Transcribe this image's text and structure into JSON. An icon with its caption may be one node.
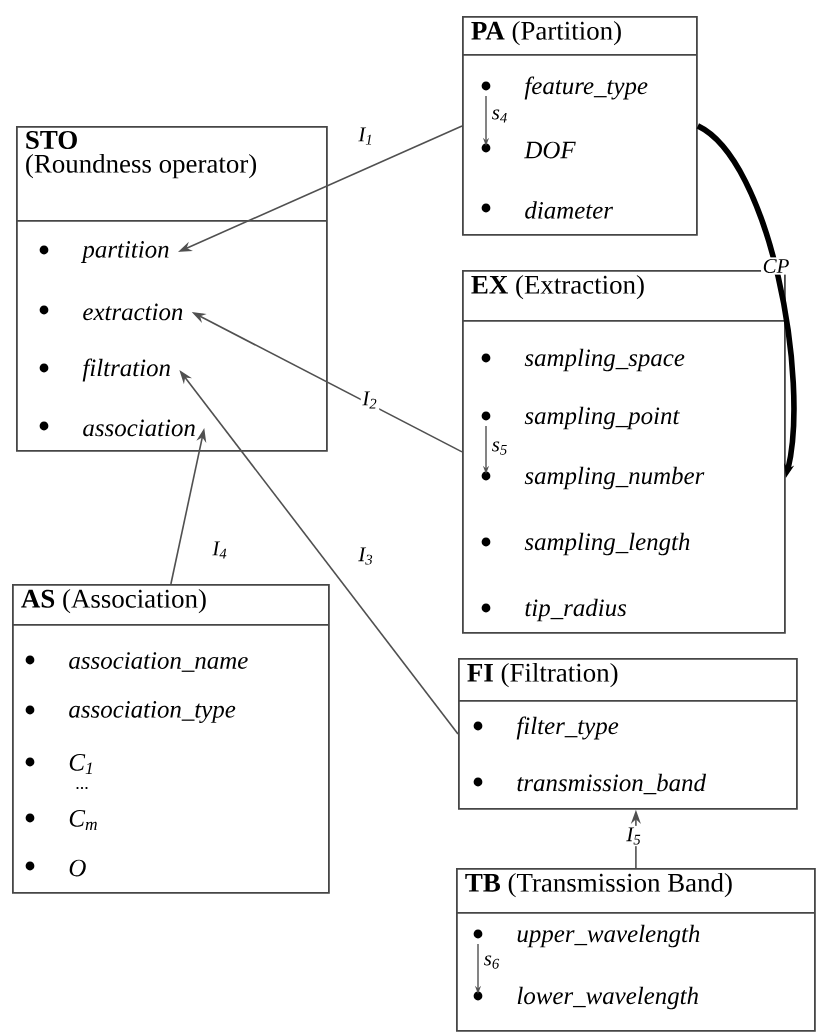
{
  "diagram": {
    "nodes": [
      {
        "text": [
          "**PA** (Partition)"
        ]
      },
      {
        "text": [
          "feature_type"
        ],
        "in": 0
      },
      {
        "text": [
          "DOF"
        ],
        "in": 0
      },
      {
        "text": [
          "diameter"
        ],
        "in": 0
      },
      {
        "text": [
          "STO",
          "(Roundness operator)"
        ]
      },
      {
        "text": [
          "partition"
        ],
        "in": 4
      },
      {
        "text": [
          "extraction"
        ],
        "in": 4
      },
      {
        "text": [
          "filtration"
        ],
        "in": 4
      },
      {
        "text": [
          "association"
        ],
        "in": 4
      },
      {
        "text": [
          "**EX** (Extraction)"
        ]
      },
      {
        "text": [
          "sampling_space"
        ],
        "in": 9
      },
      {
        "text": [
          "sampling_point"
        ],
        "in": 9
      },
      {
        "text": [
          "sampling_number"
        ],
        "in": 9
      },
      {
        "text": [
          "sampling_length"
        ],
        "in": 9
      },
      {
        "text": [
          "tip_radius"
        ],
        "in": 9
      },
      {
        "text": [
          "**AS** (Association)"
        ]
      },
      {
        "text": [
          "association_name"
        ],
        "in": 15
      },
      {
        "text": [
          "association_type"
        ],
        "in": 15
      },
      {
        "text": [
          "C$_{1}$"
        ],
        "in": 15
      },
      {
        "text": [
          "C$_{m}$"
        ],
        "in": 15
      },
      {
        "text": [
          "O"
        ],
        "in": 15
      },
      {
        "text": [
          "**FI** (Filtration)"
        ]
      },
      {
        "text": [
          "filter_type"
        ],
        "in": 21
      },
      {
        "text": [
          "transmission_band"
        ],
        "in": 21
      },
      {
        "text": [
          "**TB** (Transmission Band)"
        ]
      },
      {
        "text": [
          "upper_wavelength"
        ],
        "in": 24
      },
      {
        "text": [
          "lower_wavelength"
        ],
        "in": 24
      }
    ],
    "edges": [
      {
        "from": 0,
        "to": 5,
        "arrow": "to",
        "label": "I$_{1}$"
      },
      {
        "from": 0,
        "to": 9,
        "arrow": "to",
        "label": "CP",
        "style": "thick",
        "color": "#000000"
      },
      {
        "from": 9,
        "to": 6,
        "arrow": "to",
        "label": "I$_{2}$"
      },
      {
        "from": 21,
        "to": 7,
        "arrow": "to",
        "label": "I$_{3}$"
      },
      {
        "from": 15,
        "to": 8,
        "arrow": "to",
        "label": "I$_{4}$"
      },
      {
        "from": 24,
        "to": 21,
        "arrow": "to",
        "label": "I$_{5}$"
      },
      {
        "from": 1,
        "to": 2,
        "arrow": "to",
        "label": "s$_{4}$"
      },
      {
        "from": 11,
        "to": 12,
        "arrow": "to",
        "label": "s$_{5}$"
      },
      {
        "from": 25,
        "to": 26,
        "arrow": "to",
        "label": "s$_{6}$"
      }
    ],
    "labels": [
      "..."
    ]
  }
}
